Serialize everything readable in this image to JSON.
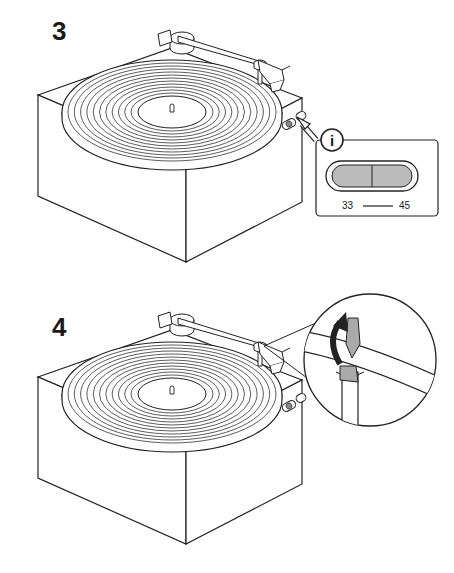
{
  "diagram": {
    "labels": [
      "3",
      "i",
      "33",
      "45",
      "4"
    ]
  }
}
